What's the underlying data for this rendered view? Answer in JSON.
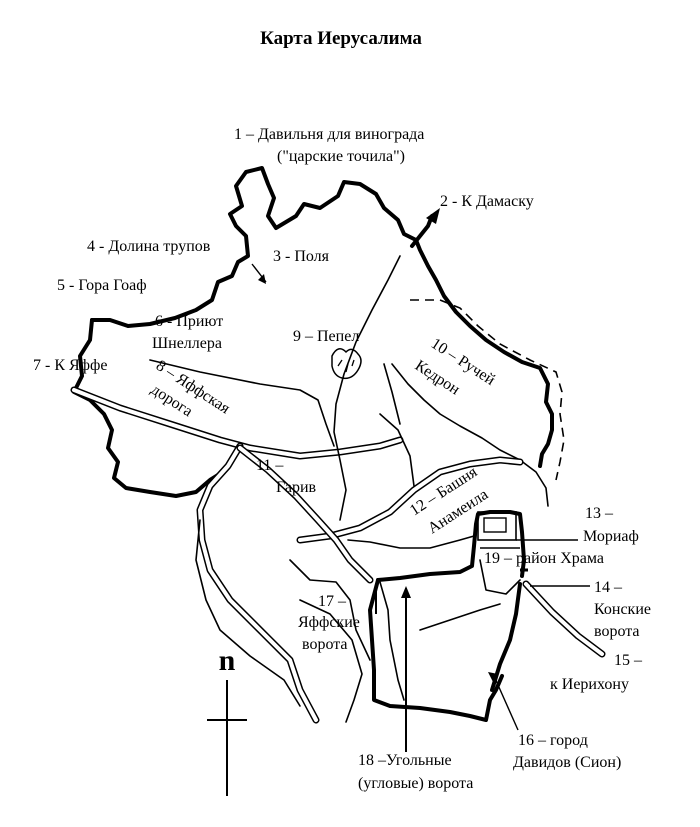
{
  "title": "Карта Иерусалима",
  "north_letter": "n",
  "labels": {
    "l1a": "1 – Давильня для винограда",
    "l1b": "(\"царские точила\")",
    "l2": "2 - К Дамаску",
    "l3": "3 - Поля",
    "l4": "4 - Долина трупов",
    "l5": "5 - Гора Гоаф",
    "l6a": "6 - Приют",
    "l6b": "Шнеллера",
    "l7": "7 - К Яффе",
    "l8a": "8 – Яффская",
    "l8b": "дорога",
    "l9": "9 – Пепел",
    "l10a": "10 – Ручей",
    "l10b": "Кедрон",
    "l11a": "11 –",
    "l11b": "Гарив",
    "l12a": "12 – Башня",
    "l12b": "Анамеила",
    "l13a": "13 –",
    "l13b": "Мориаф",
    "l19": "19 – район Храма",
    "l14a": "14 –",
    "l14b": "Конские",
    "l14c": "ворота",
    "l15a": "15 –",
    "l15b": "к Иерихону",
    "l16a": "16 – город",
    "l16b": "Давидов (Сион)",
    "l17a": "17 –",
    "l17b": "Яффские",
    "l17c": "ворота",
    "l18a": "18 –Угольные",
    "l18b": "(угловые) ворота"
  }
}
